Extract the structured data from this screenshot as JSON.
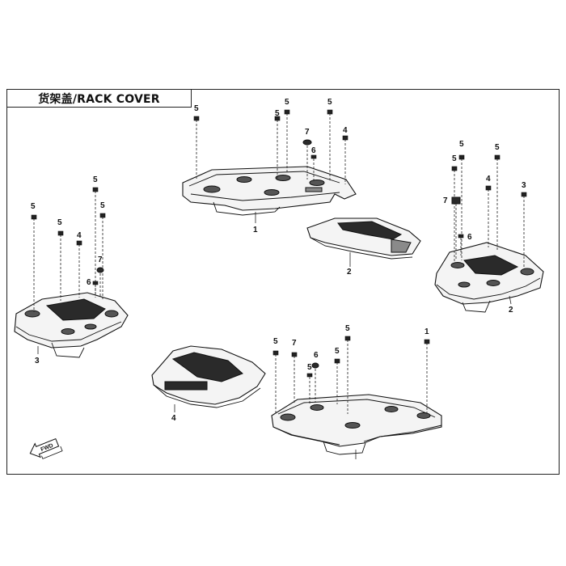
{
  "diagram": {
    "title": "货架盖/RACK COVER",
    "fwd_label": "FWD",
    "callouts": [
      {
        "id": "c1",
        "text": "5"
      },
      {
        "id": "c2",
        "text": "5"
      },
      {
        "id": "c3",
        "text": "5"
      },
      {
        "id": "c4",
        "text": "7"
      },
      {
        "id": "c5",
        "text": "6"
      },
      {
        "id": "c6",
        "text": "4"
      },
      {
        "id": "c7",
        "text": "1"
      },
      {
        "id": "c8",
        "text": "2"
      },
      {
        "id": "c9",
        "text": "5"
      },
      {
        "id": "c10",
        "text": "5"
      },
      {
        "id": "c11",
        "text": "5"
      },
      {
        "id": "c12",
        "text": "4"
      },
      {
        "id": "c13",
        "text": "7"
      },
      {
        "id": "c14",
        "text": "6"
      },
      {
        "id": "c15",
        "text": "5"
      },
      {
        "id": "c16",
        "text": "3"
      },
      {
        "id": "c17",
        "text": "5"
      },
      {
        "id": "c18",
        "text": "5"
      },
      {
        "id": "c19",
        "text": "5"
      },
      {
        "id": "c20",
        "text": "4"
      },
      {
        "id": "c21",
        "text": "7"
      },
      {
        "id": "c22",
        "text": "6"
      },
      {
        "id": "c23",
        "text": "5"
      },
      {
        "id": "c24",
        "text": "3"
      },
      {
        "id": "c25",
        "text": "2"
      },
      {
        "id": "c26",
        "text": "4"
      },
      {
        "id": "c27",
        "text": "5"
      },
      {
        "id": "c28",
        "text": "7"
      },
      {
        "id": "c29",
        "text": "6"
      },
      {
        "id": "c30",
        "text": "5"
      },
      {
        "id": "c31",
        "text": "5"
      },
      {
        "id": "c32",
        "text": "5"
      },
      {
        "id": "c33",
        "text": "1"
      }
    ]
  }
}
